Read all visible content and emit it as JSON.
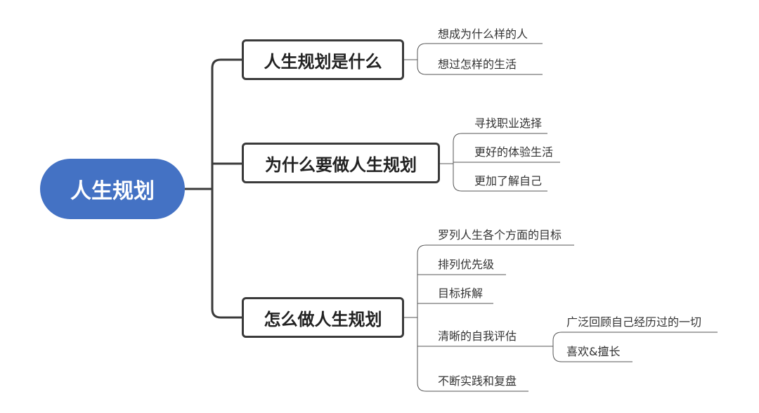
{
  "root": {
    "label": "人生规划"
  },
  "branches": [
    {
      "label": "人生规划是什么",
      "children": [
        {
          "label": "想成为什么样的人"
        },
        {
          "label": "想过怎样的生活"
        }
      ]
    },
    {
      "label": "为什么要做人生规划",
      "children": [
        {
          "label": "寻找职业选择"
        },
        {
          "label": "更好的体验生活"
        },
        {
          "label": "更加了解自己"
        }
      ]
    },
    {
      "label": "怎么做人生规划",
      "children": [
        {
          "label": "罗列人生各个方面的目标"
        },
        {
          "label": "排列优先级"
        },
        {
          "label": "目标拆解"
        },
        {
          "label": "清晰的自我评估",
          "children": [
            {
              "label": "广泛回顾自己经历过的一切"
            },
            {
              "label": "喜欢&擅长"
            }
          ]
        },
        {
          "label": "不断实践和复盘"
        }
      ]
    }
  ],
  "colors": {
    "root_fill": "#4472c4",
    "root_text": "#ffffff",
    "main_connector": "#3a3a3a",
    "leaf_connector": "#555555"
  }
}
